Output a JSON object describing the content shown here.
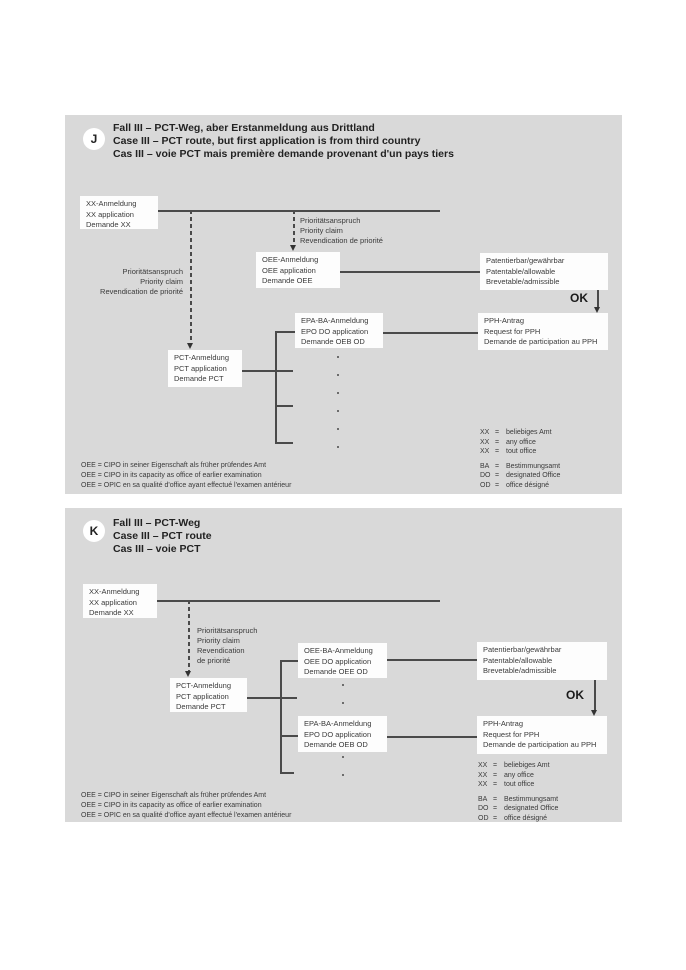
{
  "colors": {
    "panel_bg": "#d9d9d9",
    "box_bg": "#fdfdfd",
    "line": "#4a4a4a",
    "text": "#3a3a3a"
  },
  "panel_j": {
    "badge": "J",
    "title": [
      "Fall III – PCT-Weg, aber Erstanmeldung aus Drittland",
      "Case III – PCT route, but first application is from third country",
      "Cas III – voie PCT mais première demande provenant d'un pays tiers"
    ],
    "boxes": {
      "xx": [
        "XX-Anmeldung",
        "XX application",
        "Demande XX"
      ],
      "oee": [
        "OEE-Anmeldung",
        "OEE application",
        "Demande OEE"
      ],
      "pct": [
        "PCT-Anmeldung",
        "PCT application",
        "Demande PCT"
      ],
      "epa": [
        "EPA-BA-Anmeldung",
        "EPO DO application",
        "Demande OEB OD"
      ],
      "patentable": [
        "Patentierbar/gewährbar",
        "Patentable/allowable",
        "Brevetable/admissible"
      ],
      "pph": [
        "PPH-Antrag",
        "Request for PPH",
        "Demande de participation au PPH"
      ]
    },
    "priority_left": [
      "Prioritätsanspruch",
      "Priority claim",
      "Revendication de priorité"
    ],
    "priority_right": [
      "Prioritätsanspruch",
      "Priority claim",
      "Revendication de priorité"
    ],
    "ok": "OK"
  },
  "panel_k": {
    "badge": "K",
    "title": [
      "Fall III – PCT-Weg",
      "Case III – PCT route",
      "Cas III – voie PCT"
    ],
    "boxes": {
      "xx": [
        "XX-Anmeldung",
        "XX application",
        "Demande XX"
      ],
      "pct": [
        "PCT-Anmeldung",
        "PCT application",
        "Demande PCT"
      ],
      "oeeba": [
        "OEE-BA-Anmeldung",
        "OEE DO application",
        "Demande OEE OD"
      ],
      "epaba": [
        "EPA-BA-Anmeldung",
        "EPO DO application",
        "Demande OEB OD"
      ],
      "patentable": [
        "Patentierbar/gewährbar",
        "Patentable/allowable",
        "Brevetable/admissible"
      ],
      "pph": [
        "PPH-Antrag",
        "Request for PPH",
        "Demande de participation au PPH"
      ]
    },
    "priority": [
      "Prioritätsanspruch",
      "Priority claim",
      "Revendication",
      "de priorité"
    ],
    "ok": "OK"
  },
  "legend": {
    "eq": "=",
    "g1": [
      {
        "a": "XX",
        "t": "beliebiges Amt"
      },
      {
        "a": "XX",
        "t": "any office"
      },
      {
        "a": "XX",
        "t": "tout office"
      }
    ],
    "g2": [
      {
        "a": "BA",
        "t": "Bestimmungsamt"
      },
      {
        "a": "DO",
        "t": "designated Office"
      },
      {
        "a": "OD",
        "t": "office désigné"
      }
    ]
  },
  "footnote": [
    "OEE = CIPO in seiner Eigenschaft als früher prüfendes Amt",
    "OEE = CIPO in its capacity as office of earlier examination",
    "OEE = OPIC en sa qualité d'office ayant effectué l'examen antérieur"
  ]
}
